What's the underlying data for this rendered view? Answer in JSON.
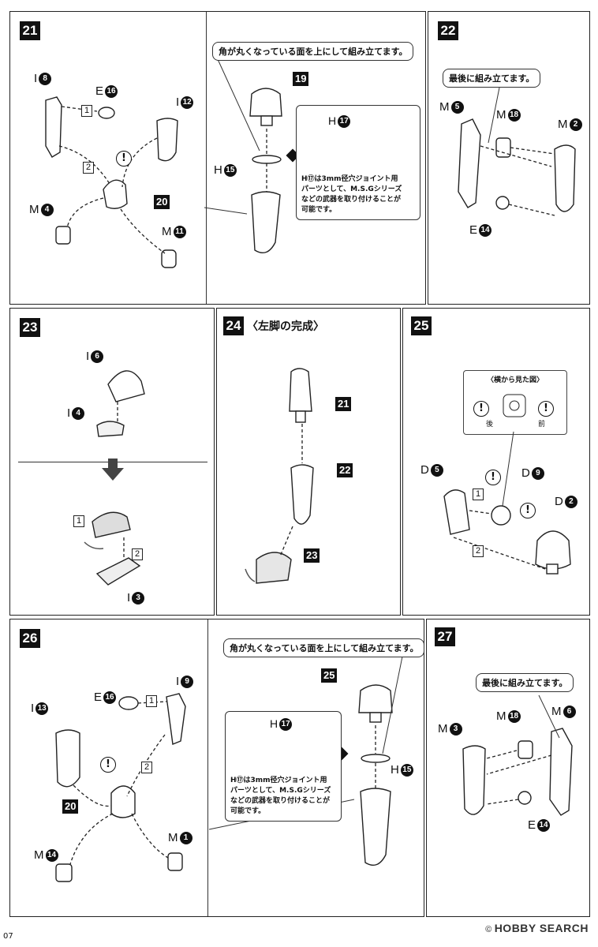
{
  "steps": {
    "s21": {
      "num": "21",
      "note": "角が丸くなっている面を上にして組み立てます。",
      "hnote": "H⑰は3mm径穴ジョイント用\nパーツとして、M.S.Gシリーズ\nなどの武器を取り付けることが\n可能です。",
      "labels": {
        "i8": "I",
        "e16": "E",
        "i12": "I",
        "m4": "M",
        "m11": "M",
        "b20": "20",
        "b19": "19",
        "h15": "H",
        "h17": "H"
      },
      "nums": {
        "i8": "8",
        "e16": "16",
        "i12": "12",
        "m4": "4",
        "m11": "11",
        "h15": "15",
        "h17": "17"
      },
      "boxes": {
        "b1": "1",
        "b2": "2"
      }
    },
    "s22": {
      "num": "22",
      "note": "最後に組み立てます。",
      "labels": {
        "m5": "M",
        "m18": "M",
        "m2": "M",
        "e14": "E"
      },
      "nums": {
        "m5": "5",
        "m18": "18",
        "m2": "2",
        "e14": "14"
      }
    },
    "s23": {
      "num": "23",
      "labels": {
        "i6": "I",
        "i4": "I",
        "i3": "I"
      },
      "nums": {
        "i6": "6",
        "i4": "4",
        "i3": "3"
      },
      "boxes": {
        "b1": "1",
        "b2": "2"
      }
    },
    "s24": {
      "num": "24",
      "subtitle": "〈左脚の完成〉",
      "refs": {
        "r21": "21",
        "r22": "22",
        "r23": "23"
      }
    },
    "s25": {
      "num": "25",
      "side_title": "〈横から見た図〉",
      "back": "後",
      "front": "前",
      "labels": {
        "d5": "D",
        "d9": "D",
        "d2": "D"
      },
      "nums": {
        "d5": "5",
        "d9": "9",
        "d2": "2"
      },
      "boxes": {
        "b1": "1",
        "b2": "2"
      }
    },
    "s26": {
      "num": "26",
      "note": "角が丸くなっている面を上にして組み立てます。",
      "hnote": "H⑰は3mm径穴ジョイント用\nパーツとして、M.S.Gシリーズ\nなどの武器を取り付けることが\n可能です。",
      "labels": {
        "e16": "E",
        "i9": "I",
        "i13": "I",
        "m14": "M",
        "m1": "M",
        "b20": "20",
        "b25": "25",
        "h17": "H",
        "h15": "H"
      },
      "nums": {
        "e16": "16",
        "i9": "9",
        "i13": "13",
        "m14": "14",
        "m1": "1",
        "h17": "17",
        "h15": "15"
      },
      "boxes": {
        "b1": "1",
        "b2": "2"
      }
    },
    "s27": {
      "num": "27",
      "note": "最後に組み立てます。",
      "labels": {
        "m18": "M",
        "m6": "M",
        "m3": "M",
        "e14": "E"
      },
      "nums": {
        "m18": "18",
        "m6": "6",
        "m3": "3",
        "e14": "14"
      }
    }
  },
  "footer": {
    "page": "07",
    "watermark": "HOBBY SEARCH",
    "copyright": "©"
  }
}
